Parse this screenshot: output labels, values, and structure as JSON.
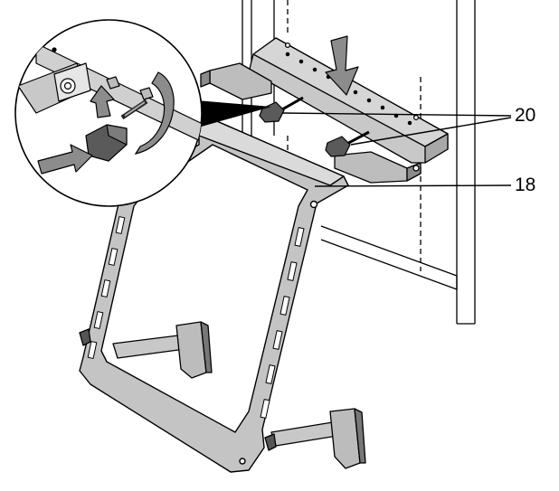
{
  "figure": {
    "callouts": [
      {
        "id": "20",
        "text": "20"
      },
      {
        "id": "18",
        "text": "18"
      }
    ],
    "colors": {
      "metal_fill": "#c4c4c4",
      "metal_dark": "#8a8a8a",
      "knob_fill": "#5a5a5a",
      "arrow_fill": "#8c8c8c",
      "line": "#000000",
      "background": "#ffffff"
    },
    "icons": [
      "down-arrow-icon",
      "right-arrow-icon",
      "up-arrow-icon",
      "rotation-arrow-icon"
    ]
  }
}
